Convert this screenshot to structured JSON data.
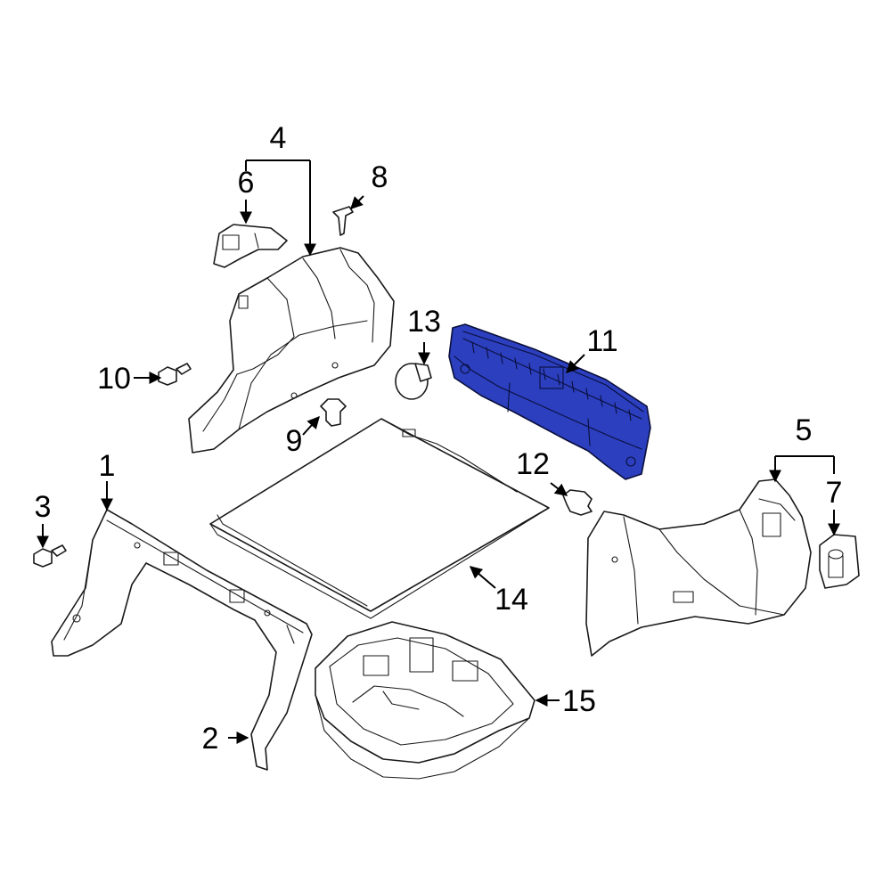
{
  "diagram": {
    "highlight_color": "#2b3fbf",
    "callouts": [
      {
        "id": "c1",
        "label": "1"
      },
      {
        "id": "c2",
        "label": "2"
      },
      {
        "id": "c3",
        "label": "3"
      },
      {
        "id": "c4",
        "label": "4"
      },
      {
        "id": "c5",
        "label": "5"
      },
      {
        "id": "c6",
        "label": "6"
      },
      {
        "id": "c7",
        "label": "7"
      },
      {
        "id": "c8",
        "label": "8"
      },
      {
        "id": "c9",
        "label": "9"
      },
      {
        "id": "c10",
        "label": "10"
      },
      {
        "id": "c11",
        "label": "11"
      },
      {
        "id": "c12",
        "label": "12"
      },
      {
        "id": "c13",
        "label": "13"
      },
      {
        "id": "c14",
        "label": "14"
      },
      {
        "id": "c15",
        "label": "15"
      }
    ]
  }
}
